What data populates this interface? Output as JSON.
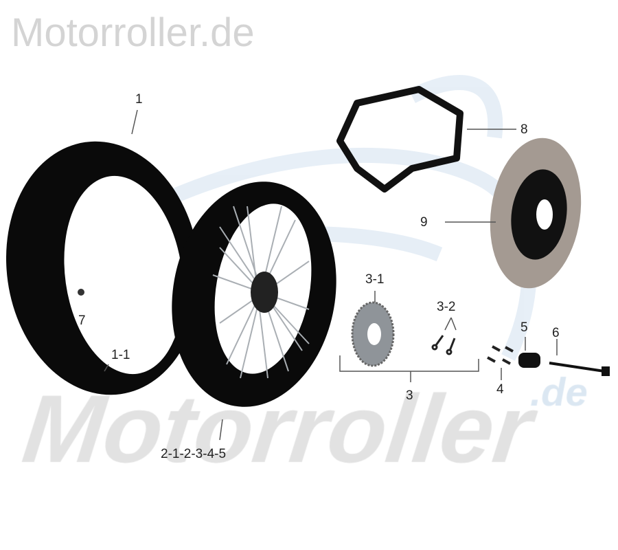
{
  "watermark": {
    "top_text": "Motorroller.de",
    "big_text": "Motorroller",
    "suffix": ".de"
  },
  "colors": {
    "watermark_gray": "#d4d4d4",
    "watermark_blue": "#dbe7f2",
    "part_black": "#0a0a0a",
    "disc_gray": "#a49a92"
  },
  "callouts": [
    {
      "id": "1",
      "label": "1"
    },
    {
      "id": "1-1",
      "label": "1-1"
    },
    {
      "id": "7",
      "label": "7"
    },
    {
      "id": "2",
      "label": "2-1-2-3-4-5"
    },
    {
      "id": "8",
      "label": "8"
    },
    {
      "id": "9",
      "label": "9"
    },
    {
      "id": "3-1",
      "label": "3-1"
    },
    {
      "id": "3-2",
      "label": "3-2"
    },
    {
      "id": "3",
      "label": "3"
    },
    {
      "id": "4",
      "label": "4"
    },
    {
      "id": "5",
      "label": "5"
    },
    {
      "id": "6",
      "label": "6"
    }
  ]
}
